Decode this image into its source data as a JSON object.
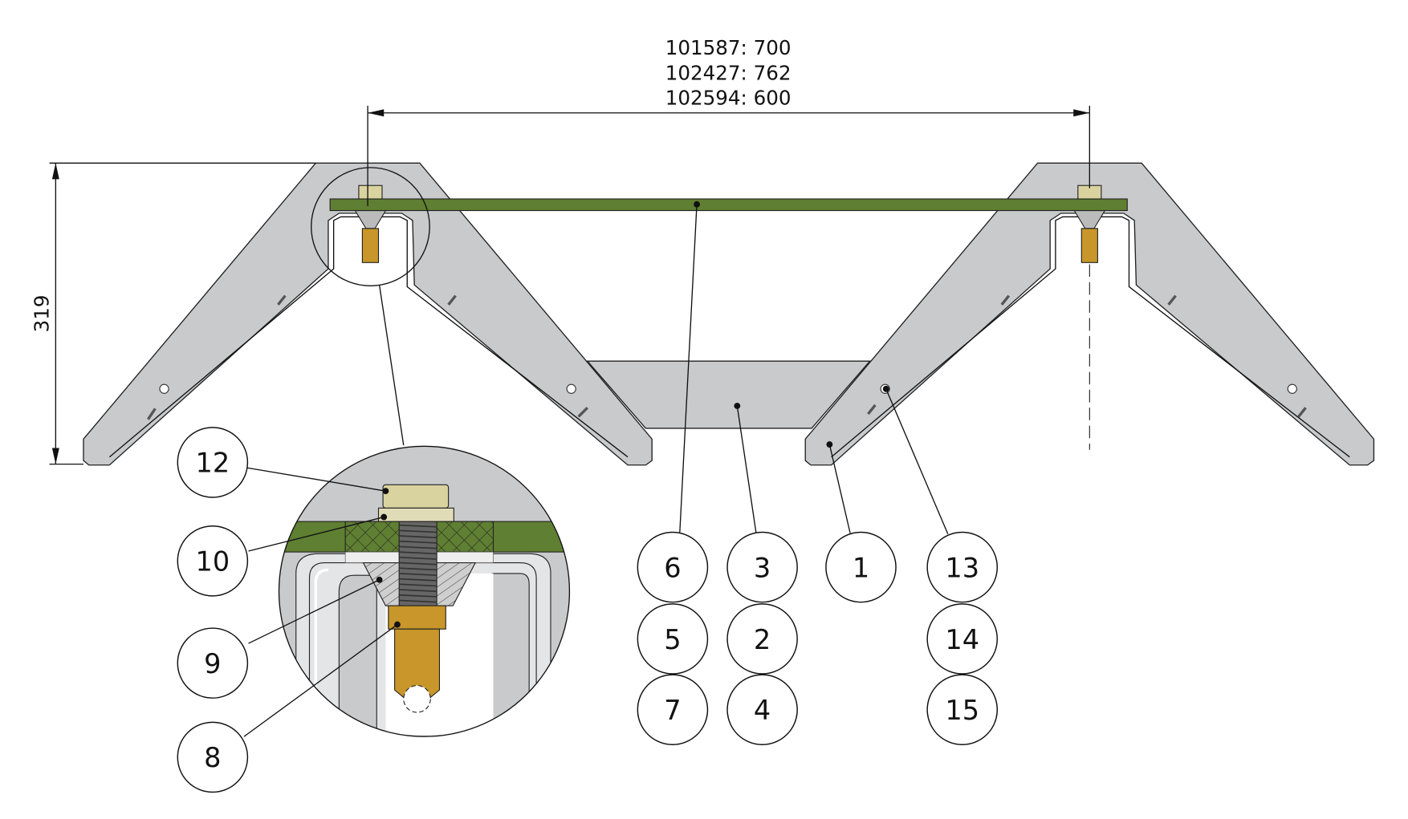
{
  "dimensions": {
    "width_lines": [
      "101587: 700",
      "102427: 762",
      "102594: 600"
    ],
    "height": "319"
  },
  "balloons": [
    {
      "label": "12"
    },
    {
      "label": "10"
    },
    {
      "label": "9"
    },
    {
      "label": "8"
    },
    {
      "label": "6"
    },
    {
      "label": "5"
    },
    {
      "label": "7"
    },
    {
      "label": "3"
    },
    {
      "label": "2"
    },
    {
      "label": "4"
    },
    {
      "label": "1"
    },
    {
      "label": "13"
    },
    {
      "label": "14"
    },
    {
      "label": "15"
    }
  ],
  "colors": {
    "steel": "#c9cacc",
    "board": "#5f7f32",
    "brass": "#c8962a",
    "bolt": "#d9d3a0"
  }
}
